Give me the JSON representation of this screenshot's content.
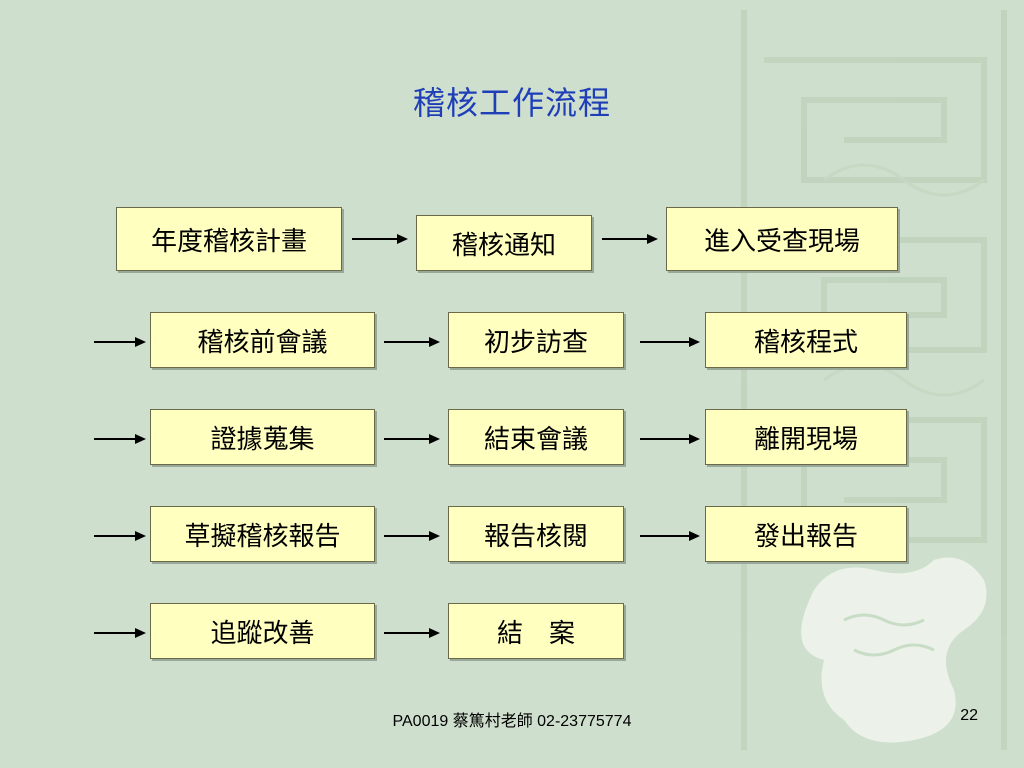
{
  "title": "稽核工作流程",
  "steps": [
    "年度稽核計畫",
    "稽核通知",
    "進入受查現場",
    "稽核前會議",
    "初步訪查",
    "稽核程式",
    "證據蒐集",
    "結束會議",
    "離開現場",
    "草擬稽核報告",
    "報告核閱",
    "發出報告",
    "追蹤改善",
    "結　案"
  ],
  "footer": {
    "text": "PA0019 蔡篤村老師 02-23775774",
    "page_number": "22"
  },
  "colors": {
    "background": "#cfdfcd",
    "box_fill": "#ffffc0",
    "title": "#1f3fb8"
  }
}
